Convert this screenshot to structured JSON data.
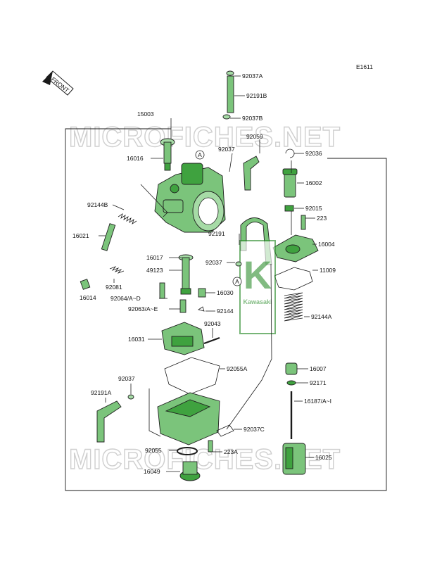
{
  "diagram_id": "E1611",
  "front_label": "FRONT",
  "watermark": "MICROFICHES.NET",
  "logo": {
    "letter": "K",
    "text": "Kawasaki"
  },
  "callouts": {
    "a1": "A",
    "a2": "A"
  },
  "labels": {
    "p92037A": "92037A",
    "p92191B": "92191B",
    "p92037B": "92037B",
    "p15003": "15003",
    "p92059": "92059",
    "p92036": "92036",
    "p92037_top": "92037",
    "p16016": "16016",
    "p16002": "16002",
    "p92144B": "92144B",
    "p92015": "92015",
    "p223": "223",
    "p92191": "92191",
    "p16021": "16021",
    "p16004": "16004",
    "p16017": "16017",
    "p92037_mid": "92037",
    "p49123": "49123",
    "p11009": "11009",
    "p92081": "92081",
    "p16014": "16014",
    "p16030": "16030",
    "p92064": "92064/A~D",
    "p92063": "92063/A~E",
    "p92144": "92144",
    "p92144A": "92144A",
    "p92043": "92043",
    "p16031": "16031",
    "p92055A": "92055A",
    "p16007": "16007",
    "p92037_low": "92037",
    "p92171": "92171",
    "p92191A": "92191A",
    "p16187": "16187/A~I",
    "p92037C": "92037C",
    "p92055": "92055",
    "p223A": "223A",
    "p16025": "16025",
    "p16049": "16049"
  },
  "colors": {
    "part_fill": "#7bc47b",
    "part_dark": "#3fa23f",
    "part_light": "#a6dba6",
    "logo": "#2f8f2f",
    "watermark": "#cfcfcf"
  }
}
